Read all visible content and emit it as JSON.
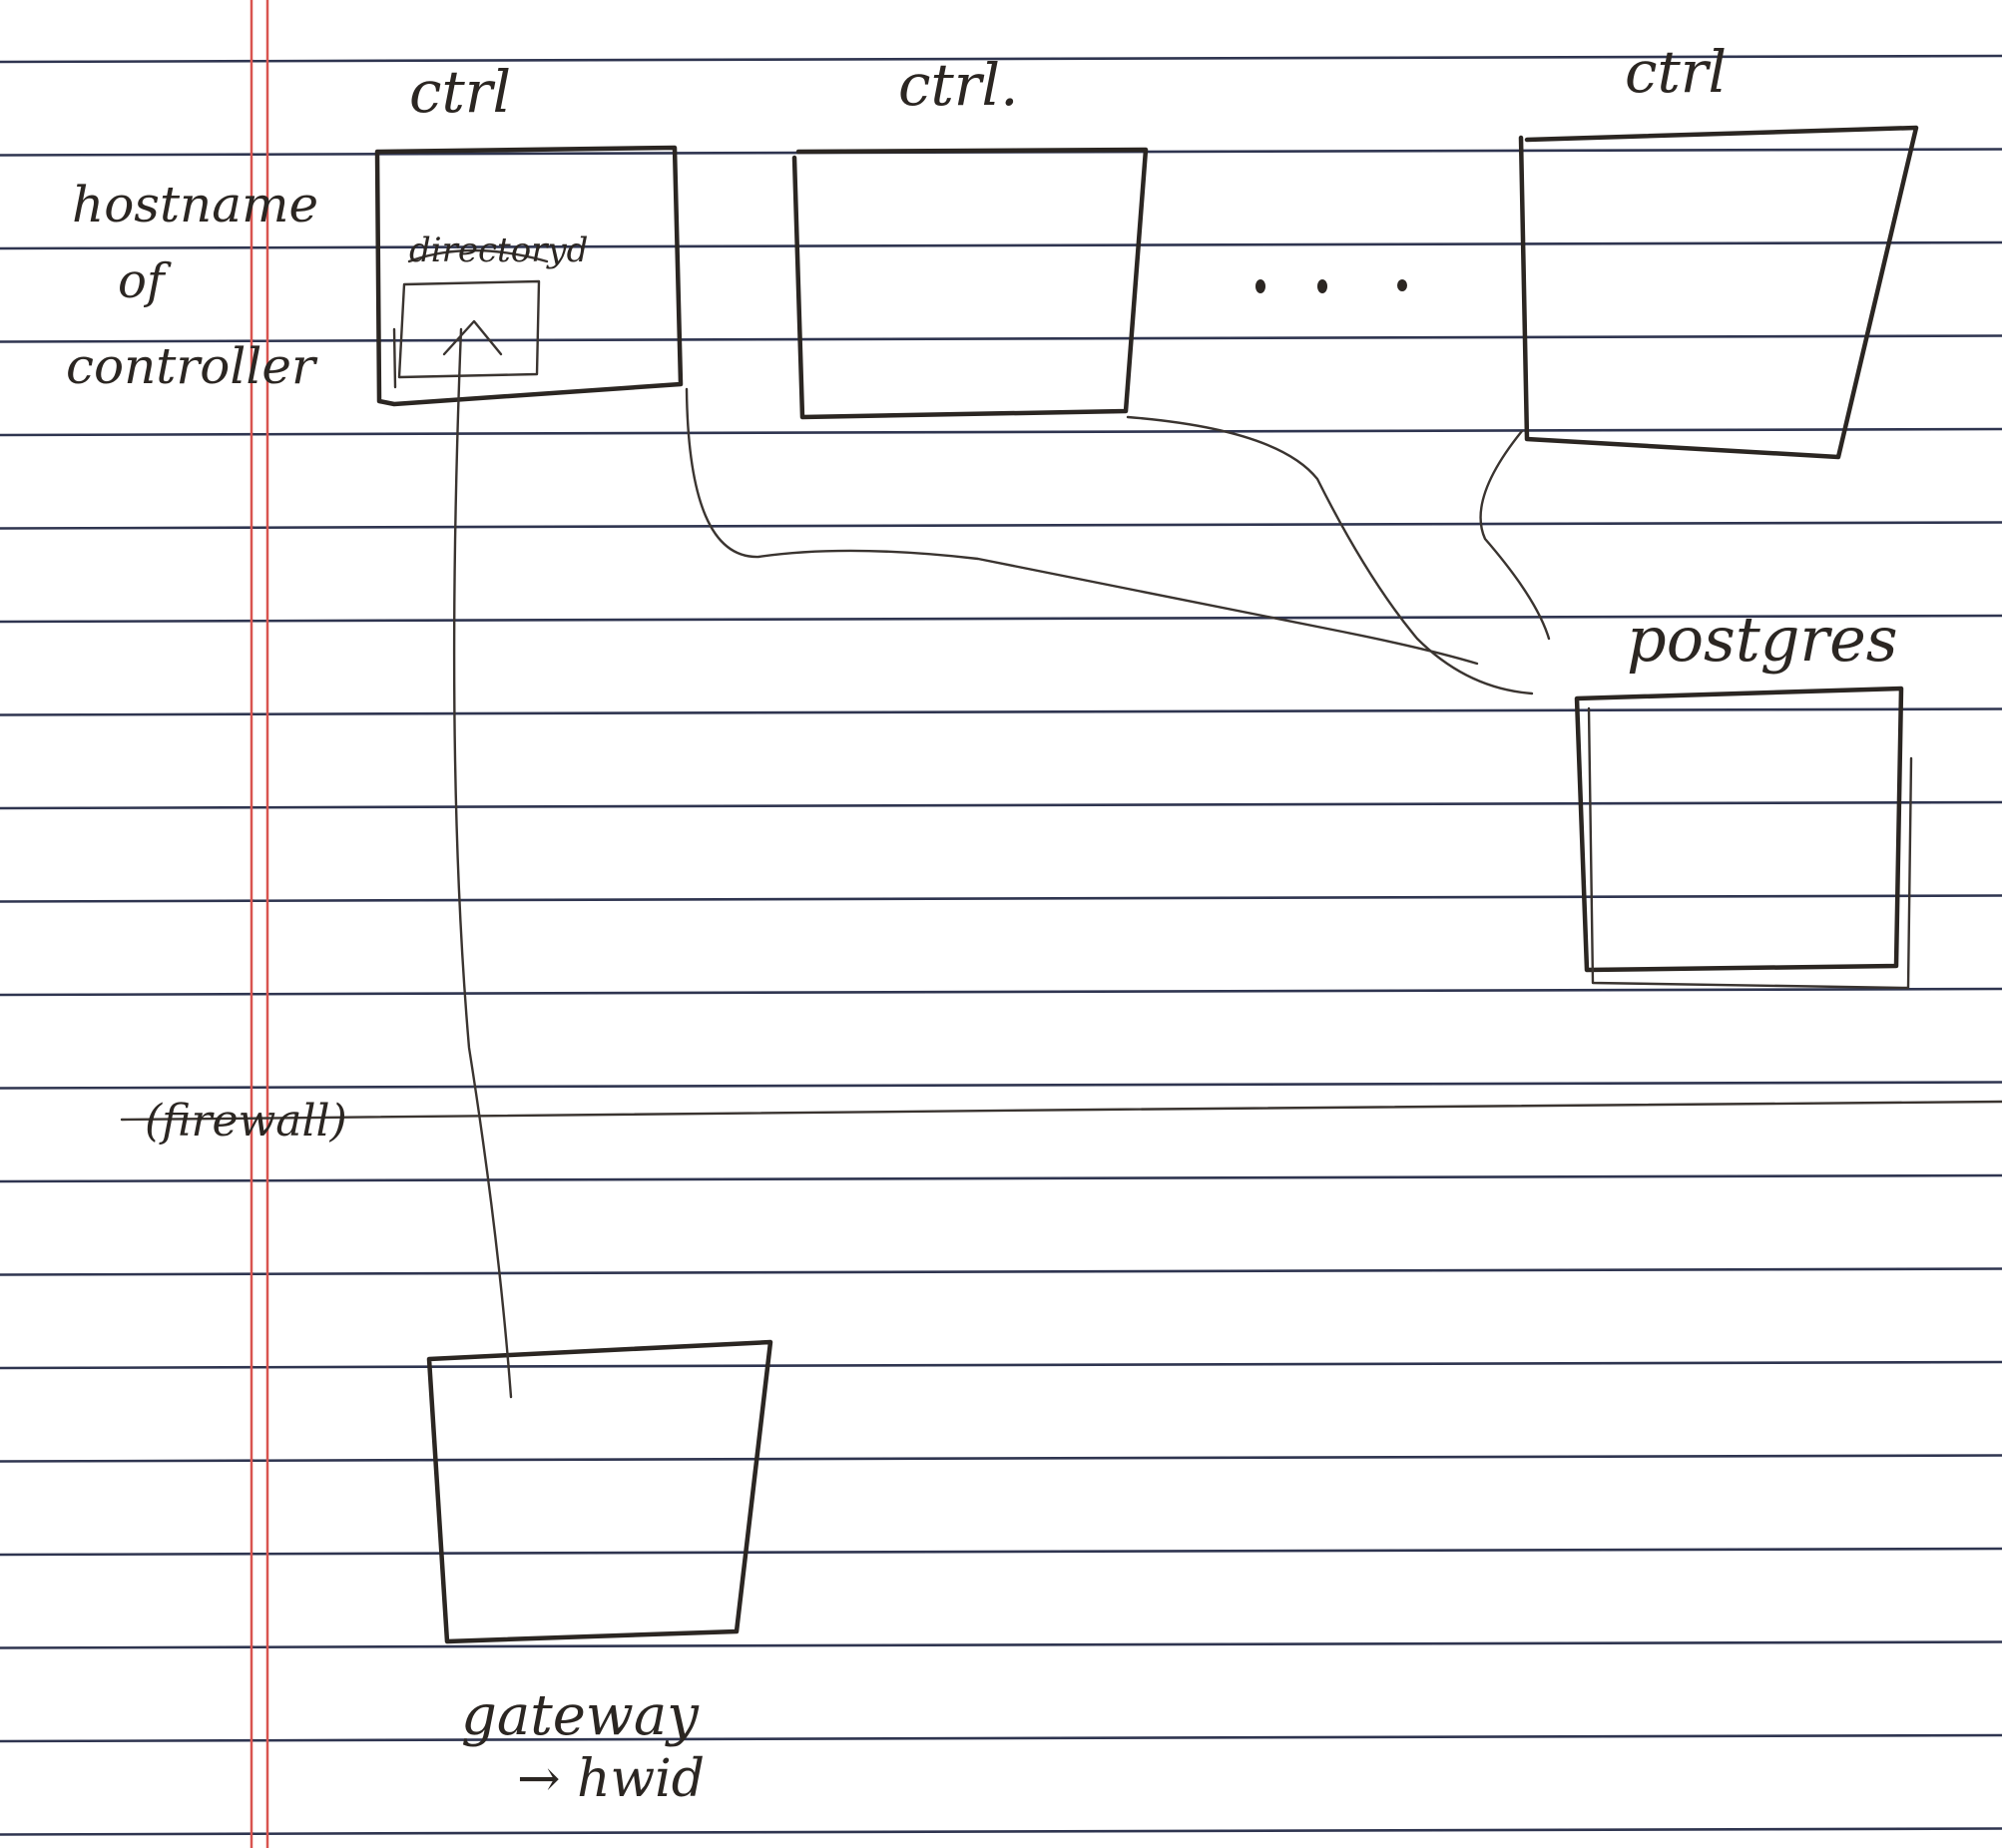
{
  "paper": {
    "line_color": "#2f3550",
    "margin_color": "#d9544f",
    "ink_color": "#2b2622"
  },
  "labels": {
    "ctrl_1": "ctrl",
    "ctrl_2": "ctrl.",
    "ctrl_3": "ctrl",
    "hostname_line1": "hostname",
    "hostname_line2": "of",
    "hostname_line3": "controller",
    "directoryd": "directoryd",
    "ellipsis": ". . .",
    "postgres": "postgres",
    "firewall": "(firewall)",
    "gateway": "gateway",
    "hwid": "→ hwid"
  }
}
